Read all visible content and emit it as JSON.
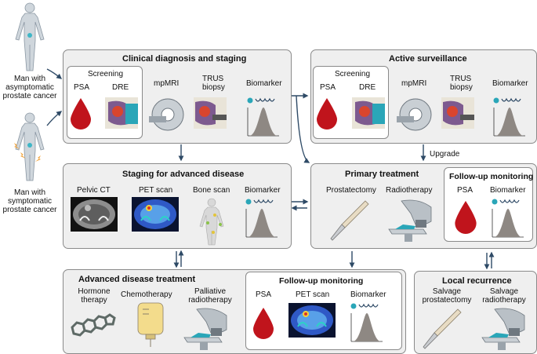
{
  "people": {
    "asymptomatic": "Man with asymptomatic prostate cancer",
    "symptomatic": "Man with symptomatic prostate cancer"
  },
  "clinical": {
    "title": "Clinical diagnosis and staging",
    "screening": "Screening",
    "psa": "PSA",
    "dre": "DRE",
    "mpmri": "mpMRI",
    "trus": "TRUS biopsy",
    "biomarker": "Biomarker"
  },
  "active": {
    "title": "Active surveillance",
    "screening": "Screening",
    "psa": "PSA",
    "dre": "DRE",
    "mpmri": "mpMRI",
    "trus": "TRUS biopsy",
    "biomarker": "Biomarker"
  },
  "upgrade": "Upgrade",
  "staging": {
    "title": "Staging for advanced disease",
    "pelvic_ct": "Pelvic CT",
    "pet": "PET scan",
    "bone": "Bone scan",
    "biomarker": "Biomarker"
  },
  "primary": {
    "title": "Primary treatment",
    "prostatectomy": "Prostatectomy",
    "radiotherapy": "Radiotherapy",
    "followup_title": "Follow-up monitoring",
    "psa": "PSA",
    "biomarker": "Biomarker"
  },
  "advanced": {
    "title": "Advanced disease treatment",
    "hormone": "Hormone therapy",
    "chemo": "Chemotherapy",
    "palliative": "Palliative radiotherapy",
    "followup_title": "Follow-up monitoring",
    "psa": "PSA",
    "pet": "PET scan",
    "biomarker": "Biomarker"
  },
  "local": {
    "title": "Local recurrence",
    "salvage_prostatectomy": "Salvage prostatectomy",
    "salvage_radiotherapy": "Salvage radiotherapy"
  },
  "colors": {
    "box_bg": "#efefef",
    "arrow": "#2e4a66",
    "blood": "#c0141c",
    "accent_teal": "#2aa6b8"
  }
}
